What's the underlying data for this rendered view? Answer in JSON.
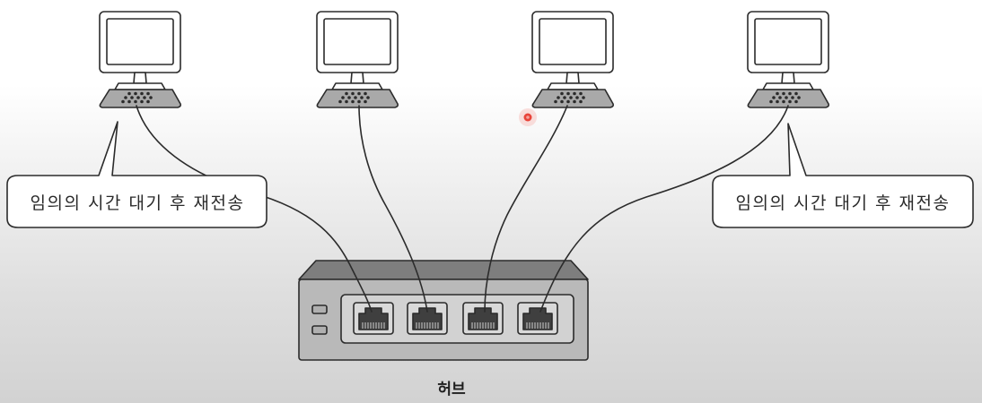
{
  "diagram": {
    "hub": {
      "label": "허브",
      "port_count": 4
    },
    "computers": [
      {
        "id": "pc-1"
      },
      {
        "id": "pc-2"
      },
      {
        "id": "pc-3"
      },
      {
        "id": "pc-4"
      }
    ],
    "callouts": {
      "left": "임의의 시간 대기 후 재전송",
      "right": "임의의 시간 대기 후 재전송"
    }
  },
  "colors": {
    "ink": "#2b2b2b",
    "screen_fill": "#ffffff",
    "device_gray": "#a9a9a9",
    "hub_body": "#b9b9b9",
    "hub_top": "#7e7e7e",
    "port_dark": "#444444",
    "cursor_red": "#e8443a"
  }
}
